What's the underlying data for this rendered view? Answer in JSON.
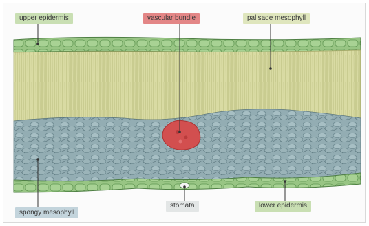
{
  "labels": {
    "upper_epidermis": "upper epidermis",
    "vascular_bundle": "vascular bundle",
    "palisade_mesophyll": "palisade mesophyll",
    "spongy_mesophyll": "spongy mesophyll",
    "stomata": "stomata",
    "lower_epidermis": "lower epidermis"
  },
  "colors": {
    "green_label_bg": "#c9dfb3",
    "red_label_bg": "#e38686",
    "blue_label_bg": "#c3d4dc",
    "epidermis": "#8fbf7a",
    "palisade": "#d8d9a0",
    "spongy": "#8aa5ab",
    "vascular": "#d04c4c"
  }
}
